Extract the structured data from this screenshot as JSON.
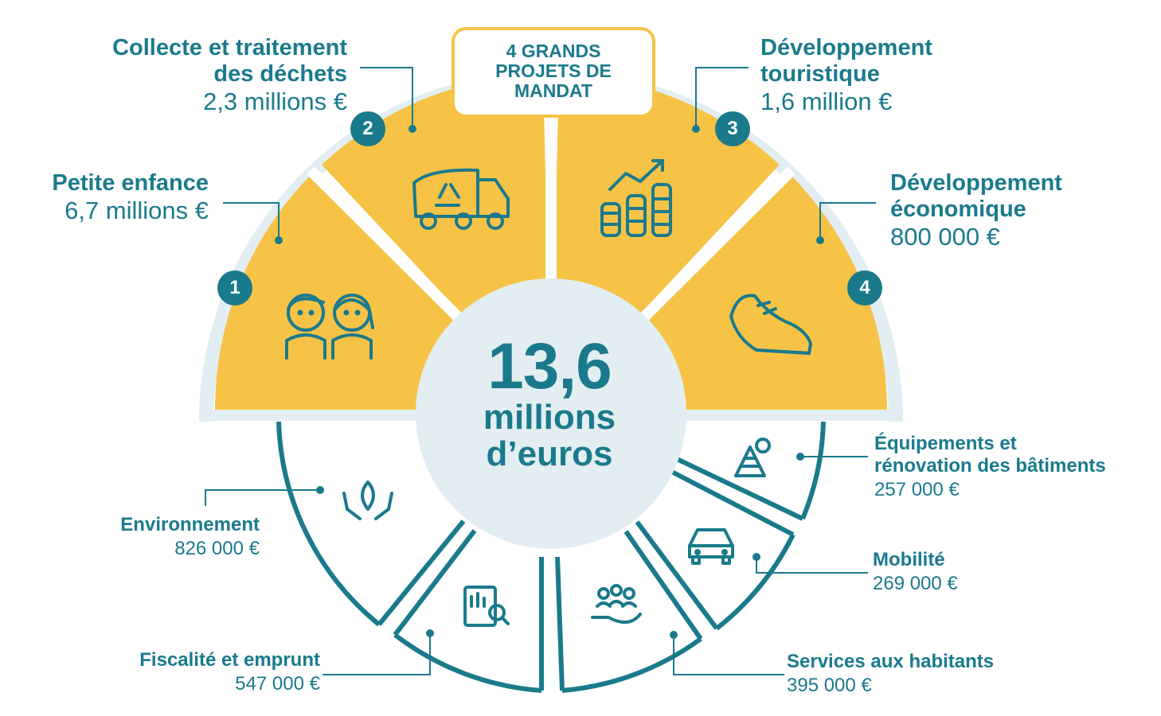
{
  "badge": {
    "line1": "4 GRANDS",
    "line2": "PROJETS DE",
    "line3": "MANDAT"
  },
  "center": {
    "amount": "13,6",
    "unit_line1": "millions",
    "unit_line2": "d’euros"
  },
  "projects": [
    {
      "number": "1",
      "name": "Petite enfance",
      "amount": "6,7 millions €",
      "icon": "children-icon"
    },
    {
      "number": "2",
      "name_line1": "Collecte et traitement",
      "name_line2": "des déchets",
      "amount": "2,3 millions €",
      "icon": "garbage-truck-icon"
    },
    {
      "number": "3",
      "name_line1": "Développement",
      "name_line2": "touristique",
      "amount": "1,6 million €",
      "icon": "coins-growth-icon"
    },
    {
      "number": "4",
      "name_line1": "Développement",
      "name_line2": "économique",
      "amount": "800 000 €",
      "icon": "sneaker-icon"
    }
  ],
  "others": [
    {
      "name": "Environnement",
      "amount": "826 000 €",
      "icon": "hands-leaf-icon"
    },
    {
      "name": "Fiscalité et emprunt",
      "amount": "547 000 €",
      "icon": "tax-document-icon"
    },
    {
      "name": "Services aux habitants",
      "amount": "395 000 €",
      "icon": "people-hand-icon"
    },
    {
      "name": "Mobilité",
      "amount": "269 000 €",
      "icon": "car-icon"
    },
    {
      "name_line1": "Équipements et",
      "name_line2": "rénovation des bâtiments",
      "amount": "257 000 €",
      "icon": "building-cone-icon"
    }
  ],
  "colors": {
    "teal": "#1a7a8c",
    "yellow": "#f6c347",
    "light_blue": "#e3eef2",
    "white": "#ffffff"
  }
}
